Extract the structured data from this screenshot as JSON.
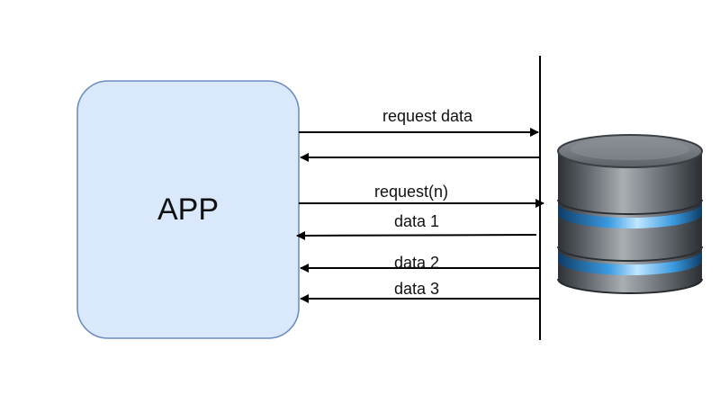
{
  "app": {
    "label": "APP",
    "fill": "#dae8fc",
    "stroke": "#6c8ebf"
  },
  "messages": [
    {
      "label": "request data",
      "direction": "to-database"
    },
    {
      "label": "",
      "direction": "to-app"
    },
    {
      "label": "request(n)",
      "direction": "to-database"
    },
    {
      "label": "data 1",
      "direction": "to-app"
    },
    {
      "label": "data 2",
      "direction": "to-app"
    },
    {
      "label": "data 3",
      "direction": "to-app"
    }
  ],
  "database": {
    "icon": "database-icon",
    "body_color": "#4a4f55",
    "band_color": "#58b4ec"
  }
}
